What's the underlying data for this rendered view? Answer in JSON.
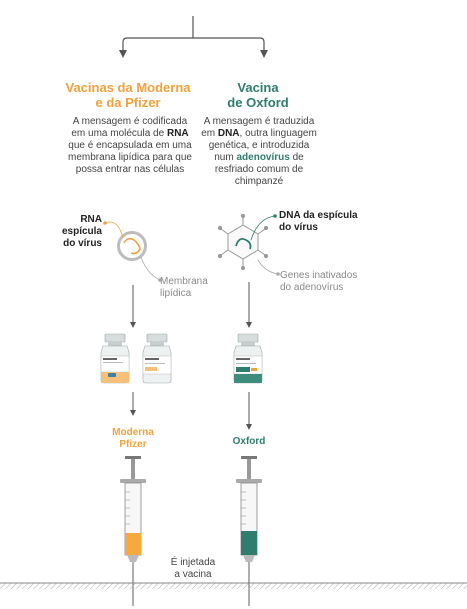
{
  "left": {
    "title_line1": "Vacinas da Moderna",
    "title_line2": "e da Pfizer",
    "desc": [
      {
        "t": "A mensagem é codificada"
      },
      {
        "t": "em uma molécula de ",
        "b": "RNA"
      },
      {
        "t": "que é encapsulada em uma"
      },
      {
        "t": "membrana lipídica para que"
      },
      {
        "t": "possa entrar nas células"
      }
    ],
    "label_dark": [
      "RNA",
      "espícula",
      "do vírus"
    ],
    "label_gray": [
      "Membrana",
      "lipídica"
    ],
    "output": [
      "Moderna",
      "Pfizer"
    ]
  },
  "right": {
    "title_line1": "Vacina",
    "title_line2": "de Oxford",
    "desc": [
      {
        "t": "A mensagem é traduzida"
      },
      {
        "t": "em ",
        "b": "DNA",
        "t2": ", outra linguagem"
      },
      {
        "t": "genética, e introduzida"
      },
      {
        "t": "num ",
        "ox": "adenovírus",
        "t2": " de"
      },
      {
        "t": "resfriado comum de"
      },
      {
        "t": "chimpanzé"
      }
    ],
    "label_dark": [
      "DNA da espícula",
      "do vírus"
    ],
    "label_gray": [
      "Genes inativados",
      "do adenovírus"
    ],
    "output": [
      "Oxford"
    ]
  },
  "injection": [
    "É injetada",
    "a vacina"
  ],
  "colors": {
    "moderna": "#f0a23c",
    "oxford": "#2e7d6e",
    "line": "#555555",
    "gray": "#9a9a9a"
  }
}
